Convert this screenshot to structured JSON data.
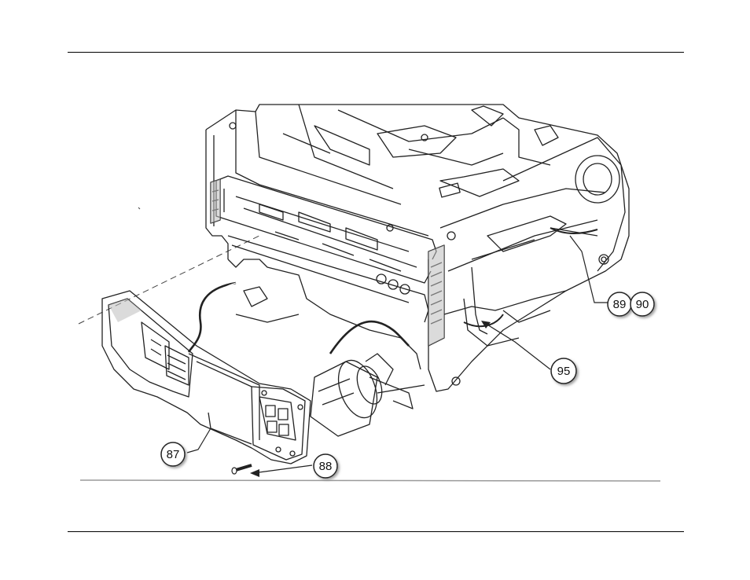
{
  "figure": {
    "kind": "exploded-assembly-diagram",
    "callouts": [
      {
        "id": "87",
        "label": "87"
      },
      {
        "id": "88",
        "label": "88"
      },
      {
        "id": "89",
        "label": "89"
      },
      {
        "id": "90",
        "label": "90"
      },
      {
        "id": "95",
        "label": "95"
      }
    ]
  },
  "colors": {
    "line": "#222222",
    "shade": "#bdbdbd",
    "rule": "#000000",
    "baseline": "#9a9a9a"
  }
}
